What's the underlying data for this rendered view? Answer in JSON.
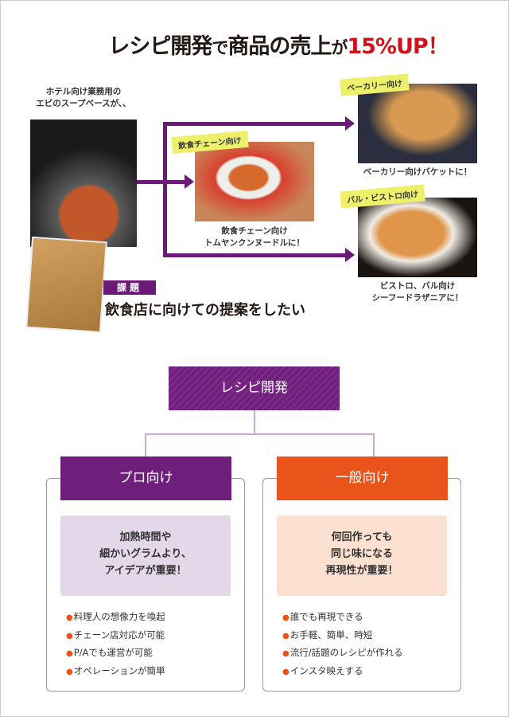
{
  "title": {
    "part1": "レシピ開発",
    "part2": "で",
    "part3": "商品の売上",
    "part4": "が",
    "part5": "15%UP！"
  },
  "intro": {
    "line1": "ホテル向け業務用の",
    "line2": "エビのスープベースが、、"
  },
  "destinations": [
    {
      "tag": "ベーカリー向け",
      "caption1": "ベーカリー向けバケットに！"
    },
    {
      "tag": "飲食チェーン向け",
      "caption1": "飲食チェーン向け",
      "caption2": "トムヤンクンヌードルに！"
    },
    {
      "tag": "バル・ビストロ向け",
      "caption1": "ビストロ、バル向け",
      "caption2": "シーフードラザニアに！"
    }
  ],
  "issue": {
    "label": "課題",
    "text": "飲食店に向けての提案をしたい"
  },
  "recipe": {
    "label": "レシピ開発"
  },
  "pro": {
    "label": "プロ向け",
    "box": [
      "加熱時間や",
      "細かいグラムより、",
      "アイデアが重要！"
    ],
    "bullets": [
      "料理人の想像力を喚起",
      "チェーン店対応が可能",
      "P/Aでも運営が可能",
      "オペレーションが簡単"
    ]
  },
  "general": {
    "label": "一般向け",
    "box": [
      "何回作っても",
      "同じ味になる",
      "再現性が重要！"
    ],
    "bullets": [
      "誰でも再現できる",
      "お手軽、簡単、時短",
      "流行/話題のレシピが作れる",
      "インスタ映えする"
    ]
  },
  "colors": {
    "purple": "#6e1f7c",
    "orange": "#e8541a",
    "red": "#d0121b"
  }
}
